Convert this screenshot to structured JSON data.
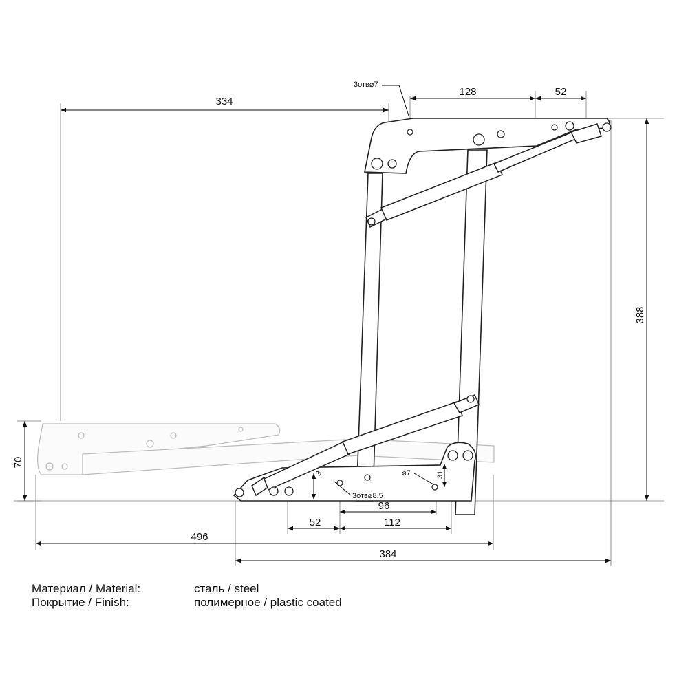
{
  "drawing": {
    "dimensions": {
      "top_span": "334",
      "top_mid": "128",
      "top_right": "52",
      "height_right": "388",
      "height_left": "70",
      "bottom_96": "96",
      "bottom_52": "52",
      "bottom_112": "112",
      "bottom_496": "496",
      "bottom_384": "384"
    },
    "annotations": {
      "holes_top": "3отв⌀7",
      "holes_bottom": "3отв⌀8,5",
      "hole_d7": "⌀7",
      "dim_31": "31",
      "dim_3": "3"
    }
  },
  "specs": [
    {
      "label": "Материал / Material:",
      "value": "сталь / steel"
    },
    {
      "label": "Покрытие / Finish:",
      "value": "полимерное / plastic coated"
    }
  ]
}
